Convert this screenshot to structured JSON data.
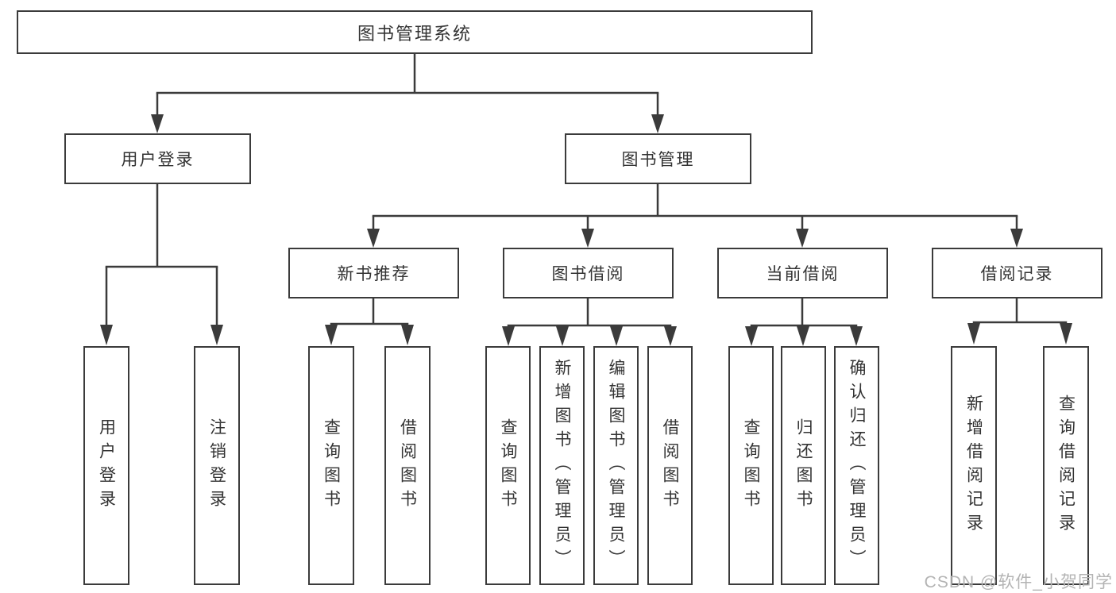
{
  "tree": {
    "label": "图书管理系统",
    "children": [
      {
        "label": "用户登录",
        "children": [
          {
            "label": "用户登录"
          },
          {
            "label": "注销登录"
          }
        ]
      },
      {
        "label": "图书管理",
        "children": [
          {
            "label": "新书推荐",
            "children": [
              {
                "label": "查询图书"
              },
              {
                "label": "借阅图书"
              }
            ]
          },
          {
            "label": "图书借阅",
            "children": [
              {
                "label": "查询图书"
              },
              {
                "label": "新增图书（管理员）"
              },
              {
                "label": "编辑图书（管理员）"
              },
              {
                "label": "借阅图书"
              }
            ]
          },
          {
            "label": "当前借阅",
            "children": [
              {
                "label": "查询图书"
              },
              {
                "label": "归还图书"
              },
              {
                "label": "确认归还（管理员）"
              }
            ]
          },
          {
            "label": "借阅记录",
            "children": [
              {
                "label": "新增借阅记录"
              },
              {
                "label": "查询借阅记录"
              }
            ]
          }
        ]
      }
    ]
  },
  "watermark": "CSDN @软件_小贺同学",
  "colors": {
    "line": "#3b3b3b",
    "text": "#333333",
    "box_background": "#ffffff",
    "watermark": "#b4b4b4"
  }
}
